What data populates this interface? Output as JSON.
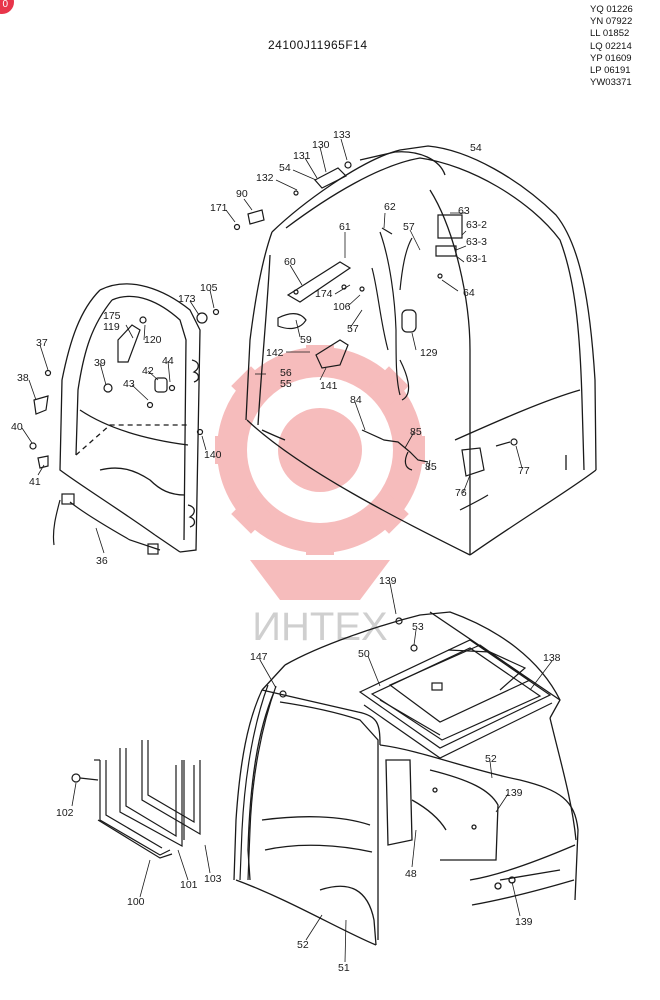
{
  "corner_badge": "0",
  "drawing_number": "24100J11965F14",
  "serial_codes": [
    "YQ 01226",
    "YN 07922",
    "LL  01852",
    "LQ 02214",
    "YP  01609",
    "LP  06191",
    "YW03371"
  ],
  "watermark": {
    "text": "ИНТЕХ",
    "color": "#f29a9a"
  },
  "colors": {
    "ink": "#1a1a1a",
    "watermark": "#f4a6a6"
  },
  "callouts": {
    "c133": "133",
    "c130": "130",
    "c131": "131",
    "c54a": "54",
    "c132": "132",
    "c54b": "54",
    "c90": "90",
    "c171": "171",
    "c62": "62",
    "c63": "63",
    "c63_2": "63-2",
    "c63_3": "63-3",
    "c63_1": "63-1",
    "c57a": "57",
    "c61": "61",
    "c60": "60",
    "c174": "174",
    "c106": "106",
    "c64": "64",
    "c57b": "57",
    "c59": "59",
    "c129": "129",
    "c142": "142",
    "c141": "141",
    "c56": "56",
    "c55": "55",
    "c84": "84",
    "c85a": "85",
    "c85b": "85",
    "c76": "76",
    "c77": "77",
    "c105": "105",
    "c173": "173",
    "c175": "175",
    "c119": "119",
    "c120": "120",
    "c37": "37",
    "c39": "39",
    "c44": "44",
    "c42": "42",
    "c43": "43",
    "c38": "38",
    "c40": "40",
    "c140": "140",
    "c41": "41",
    "c36": "36",
    "c139a": "139",
    "c53": "53",
    "c50": "50",
    "c138": "138",
    "c147": "147",
    "c52a": "52",
    "c139b": "139",
    "c102": "102",
    "c48": "48",
    "c100": "100",
    "c101": "101",
    "c103": "103",
    "c139c": "139",
    "c52b": "52",
    "c51": "51"
  }
}
